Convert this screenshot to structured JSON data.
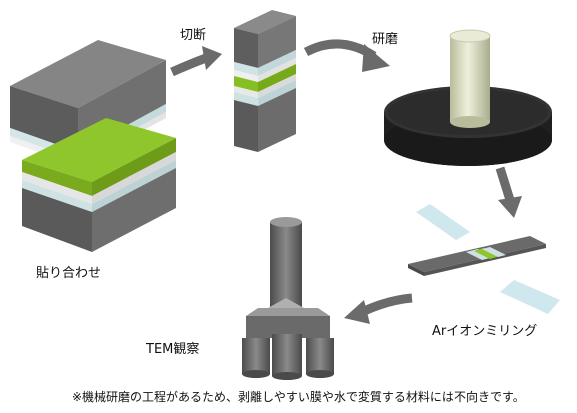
{
  "labels": {
    "bonding": "貼り合わせ",
    "cutting": "切断",
    "polishing": "研磨",
    "ion_milling": "Arイオンミリング",
    "tem_observation": "TEM観察"
  },
  "note": "※機械研磨の工程があるため、剥離しやすい膜や水で変質する材料には不向きです。",
  "colors": {
    "block_top": "#6e6e6e",
    "block_front": "#5a5a5a",
    "block_side": "#8a8a8a",
    "green_layer": "#7fb81f",
    "light_layer": "#cfe2e3",
    "disc": "#2a2a2a",
    "cylinder": "#dfe3c9",
    "arrow": "#6b6b6b",
    "ion_beam": "#cde7ee"
  }
}
